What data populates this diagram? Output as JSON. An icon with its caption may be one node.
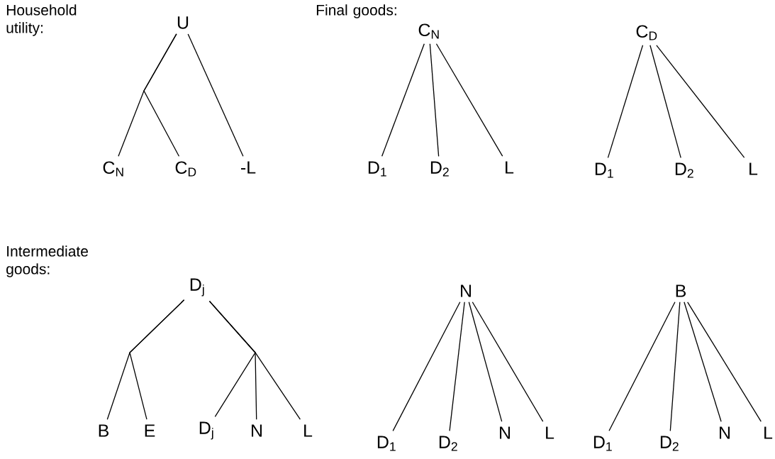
{
  "diagram": {
    "nodes": [
      {
        "text": [
          "U"
        ]
      },
      {
        "text": [
          "C$_{N}$"
        ]
      },
      {
        "text": [
          "C$_{D}$"
        ]
      },
      {
        "text": [
          "-L"
        ]
      },
      {
        "text": [
          "C$_{N}$"
        ]
      },
      {
        "text": [
          "D$_{1}$"
        ]
      },
      {
        "text": [
          "D$_{2}$"
        ]
      },
      {
        "text": [
          "L"
        ]
      },
      {
        "text": [
          "C$_{D}$"
        ]
      },
      {
        "text": [
          "D$_{1}$"
        ]
      },
      {
        "text": [
          "D$_{2}$"
        ]
      },
      {
        "text": [
          "L"
        ]
      },
      {
        "text": [
          "D$_{j}$"
        ]
      },
      {
        "text": [
          "B"
        ]
      },
      {
        "text": [
          "E"
        ]
      },
      {
        "text": [
          "D$_{j}$"
        ]
      },
      {
        "text": [
          "N"
        ]
      },
      {
        "text": [
          "L"
        ]
      },
      {
        "text": [
          "N"
        ]
      },
      {
        "text": [
          "D$_{1}$"
        ]
      },
      {
        "text": [
          "D$_{2}$"
        ]
      },
      {
        "text": [
          "N"
        ]
      },
      {
        "text": [
          "L"
        ]
      },
      {
        "text": [
          "B"
        ]
      },
      {
        "text": [
          "D$_{1}$"
        ]
      },
      {
        "text": [
          "D$_{2}$"
        ]
      },
      {
        "text": [
          "N"
        ]
      },
      {
        "text": [
          "L"
        ]
      }
    ],
    "edges": [
      {
        "from": 0,
        "to": 1,
        "arrow": "none"
      },
      {
        "from": 0,
        "to": 2,
        "arrow": "none"
      },
      {
        "from": 0,
        "to": 3,
        "arrow": "none"
      },
      {
        "from": 4,
        "to": 5,
        "arrow": "none"
      },
      {
        "from": 4,
        "to": 6,
        "arrow": "none"
      },
      {
        "from": 4,
        "to": 7,
        "arrow": "none"
      },
      {
        "from": 8,
        "to": 9,
        "arrow": "none"
      },
      {
        "from": 8,
        "to": 10,
        "arrow": "none"
      },
      {
        "from": 8,
        "to": 11,
        "arrow": "none"
      },
      {
        "from": 12,
        "to": 13,
        "arrow": "none"
      },
      {
        "from": 12,
        "to": 14,
        "arrow": "none"
      },
      {
        "from": 12,
        "to": 15,
        "arrow": "none"
      },
      {
        "from": 12,
        "to": 16,
        "arrow": "none"
      },
      {
        "from": 12,
        "to": 17,
        "arrow": "none"
      },
      {
        "from": 18,
        "to": 19,
        "arrow": "none"
      },
      {
        "from": 18,
        "to": 20,
        "arrow": "none"
      },
      {
        "from": 18,
        "to": 21,
        "arrow": "none"
      },
      {
        "from": 18,
        "to": 22,
        "arrow": "none"
      },
      {
        "from": 23,
        "to": 24,
        "arrow": "none"
      },
      {
        "from": 23,
        "to": 25,
        "arrow": "none"
      },
      {
        "from": 23,
        "to": 26,
        "arrow": "none"
      },
      {
        "from": 23,
        "to": 27,
        "arrow": "none"
      }
    ],
    "labels": [
      "Household utility:",
      "Final goods:",
      "Intermediate goods:"
    ]
  }
}
